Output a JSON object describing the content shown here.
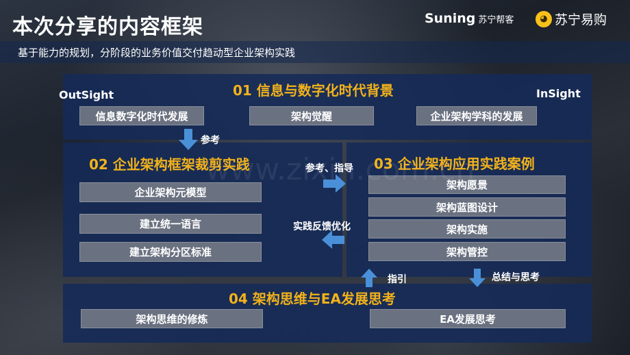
{
  "header": {
    "title": "本次分享的内容框架",
    "subtitle": "基于能力的规划，分阶段的业务价值交付趋动型企业架构实践",
    "logo_suning": "Suning",
    "logo_suning_sub": "苏宁帮客",
    "logo_yigou": "苏宁易购"
  },
  "section1": {
    "title": "01 信息与数字化时代背景",
    "outsight": "OutSight",
    "insight": "InSight",
    "items": [
      "信息数字化时代发展",
      "架构觉醒",
      "企业架构学科的发展"
    ]
  },
  "section2": {
    "title": "02 企业架构框架裁剪实践",
    "items": [
      "企业架构元模型",
      "建立统一语言",
      "建立架构分区标准"
    ]
  },
  "section3": {
    "title": "03 企业架构应用实践案例",
    "items": [
      "架构愿景",
      "架构蓝图设计",
      "架构实施",
      "架构管控"
    ]
  },
  "section4": {
    "title": "04 架构思维与EA发展思考",
    "items": [
      "架构思维的修炼",
      "EA发展思考"
    ]
  },
  "notes": {
    "ref": "参考",
    "ref_guide": "参考、指导",
    "feedback": "实践反馈优化",
    "guide": "指引",
    "summary": "总结与思考"
  },
  "watermark": "www.zixin.com.cn",
  "colors": {
    "panel": "#142a58",
    "heading": "#f2b21b",
    "box": "#6a7180",
    "arrow": "#4a90d9"
  }
}
